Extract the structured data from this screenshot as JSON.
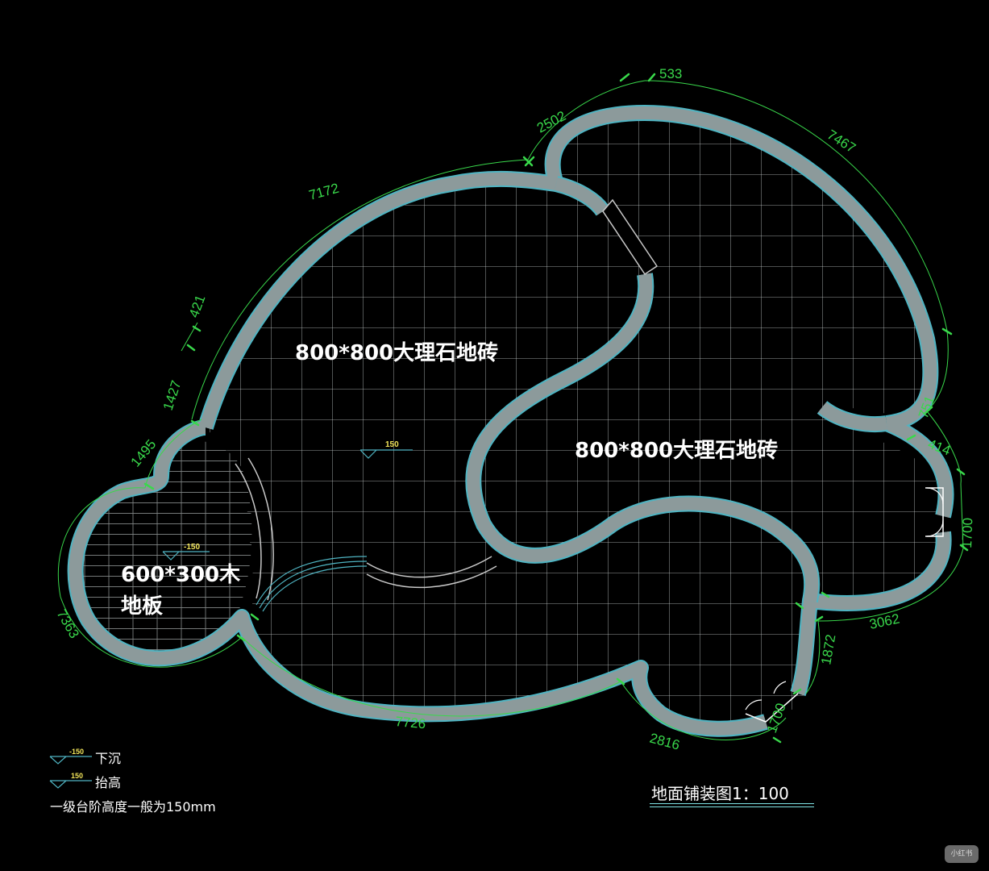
{
  "drawing": {
    "title": "地面铺装图1：100",
    "wall_color": "#8c9a9b",
    "wall_edge_color": "#4fb4c2",
    "grid_color": "#cfd6d6",
    "dimension_color": "#39d84b",
    "level_color": "#f1e45a"
  },
  "rooms": [
    {
      "label": "800*800大理石地砖"
    },
    {
      "label": "800*800大理石地砖"
    },
    {
      "label_line1": "600*300木",
      "label_line2": "地板"
    }
  ],
  "levels": [
    {
      "value": "150"
    },
    {
      "value": "-150"
    }
  ],
  "dimensions": [
    "533",
    "2502",
    "7467",
    "7172",
    "421",
    "1427",
    "1495",
    "751",
    "414",
    "1700",
    "7363",
    "3062",
    "1872",
    "1700",
    "7726",
    "2816"
  ],
  "legend": [
    {
      "symbol": "-150",
      "text": "下沉"
    },
    {
      "symbol": "150",
      "text": "抬高"
    },
    {
      "text": "一级台阶高度一般为150mm"
    }
  ],
  "watermark": "小红书"
}
